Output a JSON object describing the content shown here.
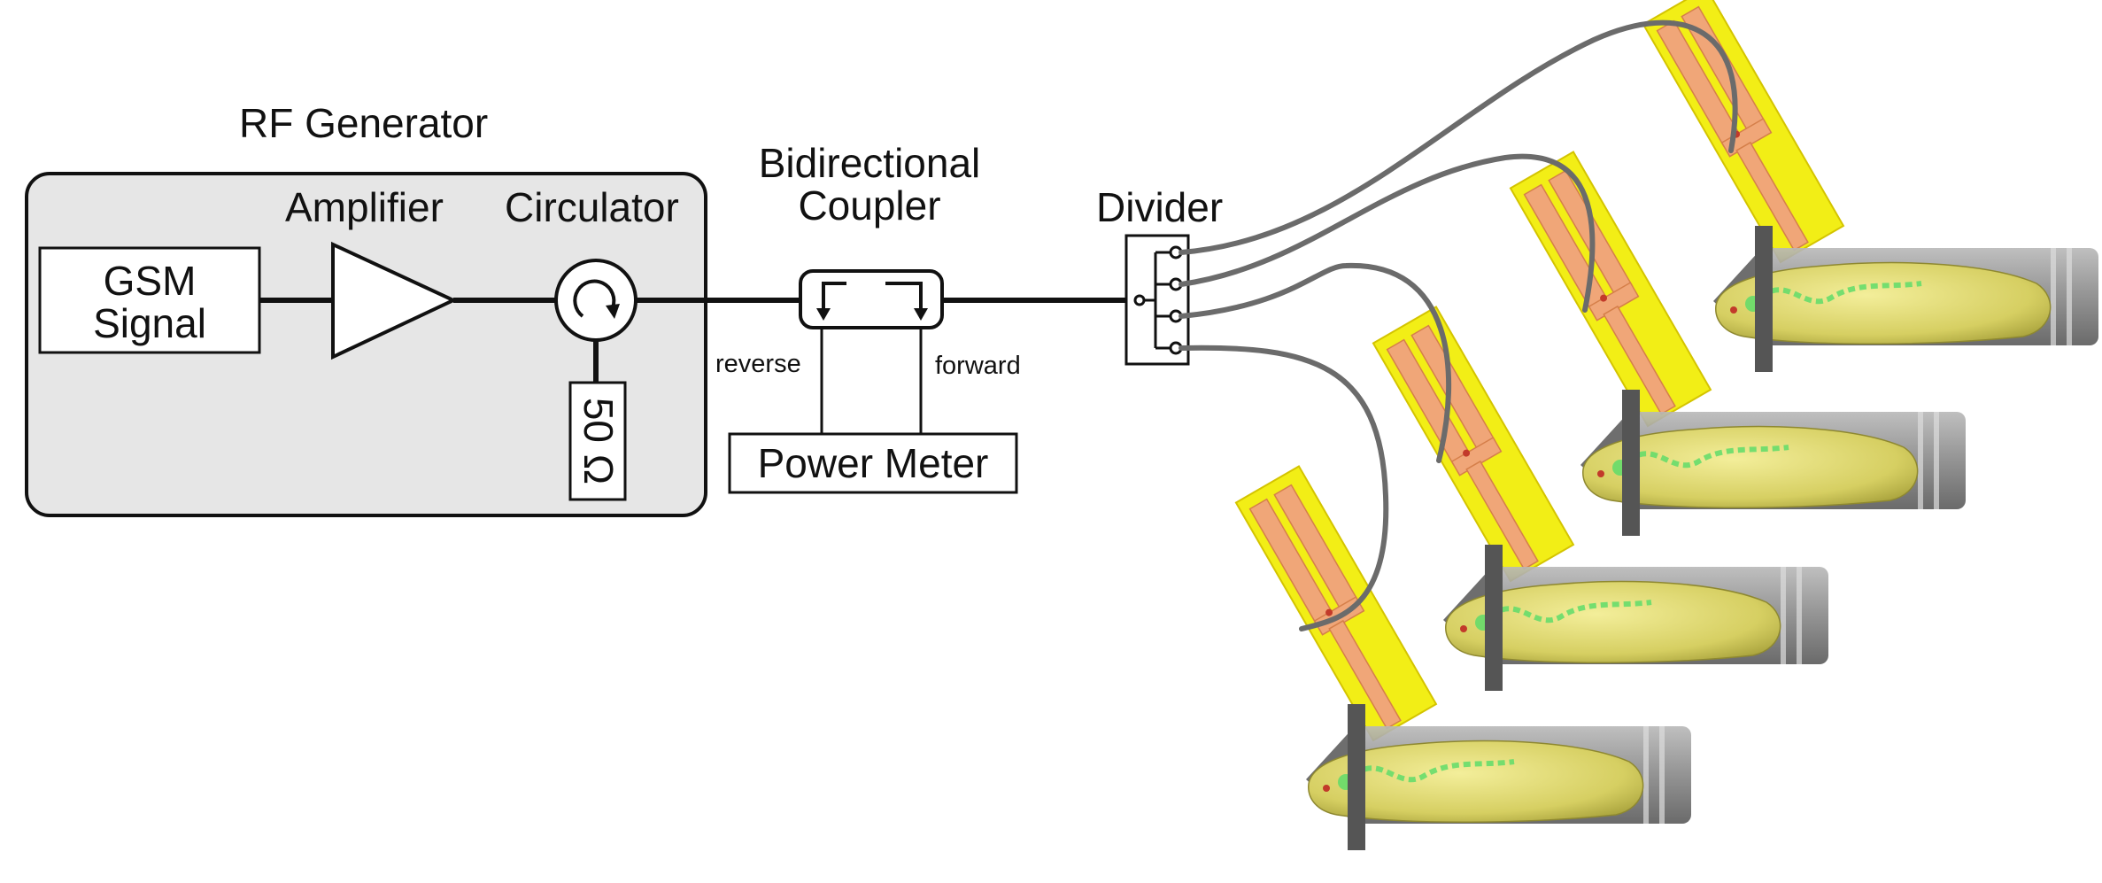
{
  "labels": {
    "rf_generator": "RF Generator",
    "amplifier": "Amplifier",
    "circulator": "Circulator",
    "gsm_line1": "GSM",
    "gsm_line2": "Signal",
    "load": "50 Ω",
    "coupler_line1": "Bidirectional",
    "coupler_line2": "Coupler",
    "reverse": "reverse",
    "forward": "forward",
    "power_meter": "Power Meter",
    "divider": "Divider"
  },
  "colors": {
    "generator_fill": "#e6e6e6",
    "cable": "#6b6b6b",
    "antenna_yellow": "#f2ee16",
    "antenna_copper": "#f0a678",
    "tube_gray": "#8a8a8a",
    "rat_yellow": "#d9d36a",
    "rat_highlight": "#5fdc6a"
  },
  "setups": [
    {
      "id": "setup-1"
    },
    {
      "id": "setup-2"
    },
    {
      "id": "setup-3"
    },
    {
      "id": "setup-4"
    }
  ]
}
